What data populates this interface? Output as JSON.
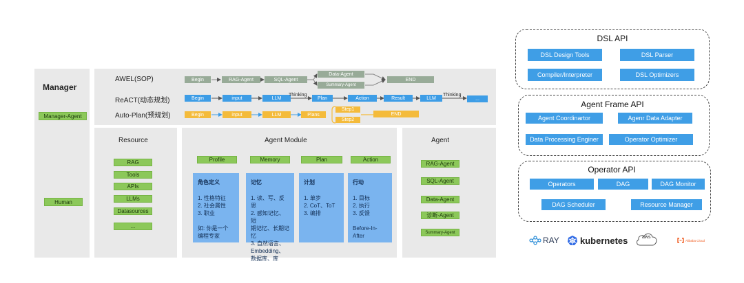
{
  "manager_panel": {
    "title": "Manager",
    "manager_agent": "Manager-Agent",
    "human": "Human"
  },
  "flow_panel": {
    "awel_label": "AWEL(SOP)",
    "react_label": "ReACT(动态规划)",
    "autoplan_label": "Auto-Plan(预规划)",
    "awel_nodes": {
      "begin": "Begin",
      "rag_agent": "RAG-Agent",
      "sql_agent": "SQL-Agent",
      "data_agent": "Data-Agent",
      "summary_agent": "Summary-Agent",
      "end": "END"
    },
    "react_nodes": {
      "begin": "Begin",
      "input": "input",
      "llm": "LLM",
      "thinking1": "Thinking",
      "plan": "Plan",
      "action": "Action",
      "result": "Result",
      "llm2": "LLM",
      "thinking2": "Thinking",
      "more": "..."
    },
    "autoplan_nodes": {
      "begin": "Begin",
      "input": "input",
      "llm": "LLM",
      "plans": "Plans",
      "step1": "Step1",
      "step2": "Step2",
      "end": "END"
    }
  },
  "resource_panel": {
    "title": "Resource",
    "items": [
      "RAG",
      "Tools",
      "APIs",
      "LLMs",
      "Datasources",
      "..."
    ]
  },
  "agent_module": {
    "title": "Agent Module",
    "columns": [
      {
        "tag": "Profile",
        "title": "角色定义",
        "lines": "1. 性格特征\n2. 社会属性\n3. 职业\n\n如: 你是一个\n编程专家"
      },
      {
        "tag": "Memory",
        "title": "记忆",
        "lines": "1. 读、写、反思\n2. 感知记忆、短\n期记忆、长期记\n忆\n3. 自然语言、\nEmbedding、\n数据库、库"
      },
      {
        "tag": "Plan",
        "title": "计划",
        "lines": "1. 单步\n2. CoT、ToT\n3. 编排"
      },
      {
        "tag": "Action",
        "title": "行动",
        "lines": "1. 目标\n2. 执行\n3. 反馈\n\nBefore-In-After"
      }
    ]
  },
  "agent_panel": {
    "title": "Agent",
    "items": [
      "RAG-Agent",
      "SQL-Agent",
      "Data-Agent",
      "诊断-Agent",
      "Summary-Agent"
    ]
  },
  "dsl_api": {
    "title": "DSL API",
    "buttons": [
      "DSL Design Tools",
      "DSL Parser",
      "Compiler/Interpreter",
      "DSL Optimizers"
    ]
  },
  "agent_frame_api": {
    "title": "Agent Frame API",
    "buttons": [
      "Agent Coordinartor",
      "Agenr Data Adapter",
      "Data Processing Enginer",
      "Operator Optimizer"
    ]
  },
  "operator_api": {
    "title": "Operator API",
    "buttons": [
      "Operators",
      "DAG",
      "DAG Monitor",
      "DAG Scheduler",
      "Resource Manager"
    ]
  },
  "logos": {
    "ray": "RAY",
    "kubernetes": "kubernetes",
    "aws": "aws",
    "alibaba": "Alibaba Cloud"
  },
  "colors": {
    "panel_bg": "#e9e9e9",
    "green_tag": "#8cc85a",
    "gray_flow": "#98ab98",
    "blue_flow": "#3d9de6",
    "yellow_flow": "#f4bb3b",
    "card_blue": "#7ab4ef",
    "api_blue": "#3f9ee6"
  },
  "icons": [
    "ray-logo-icon",
    "kubernetes-helm-icon",
    "aws-cloud-icon",
    "alibaba-cloud-icon",
    "arrow-icon"
  ]
}
